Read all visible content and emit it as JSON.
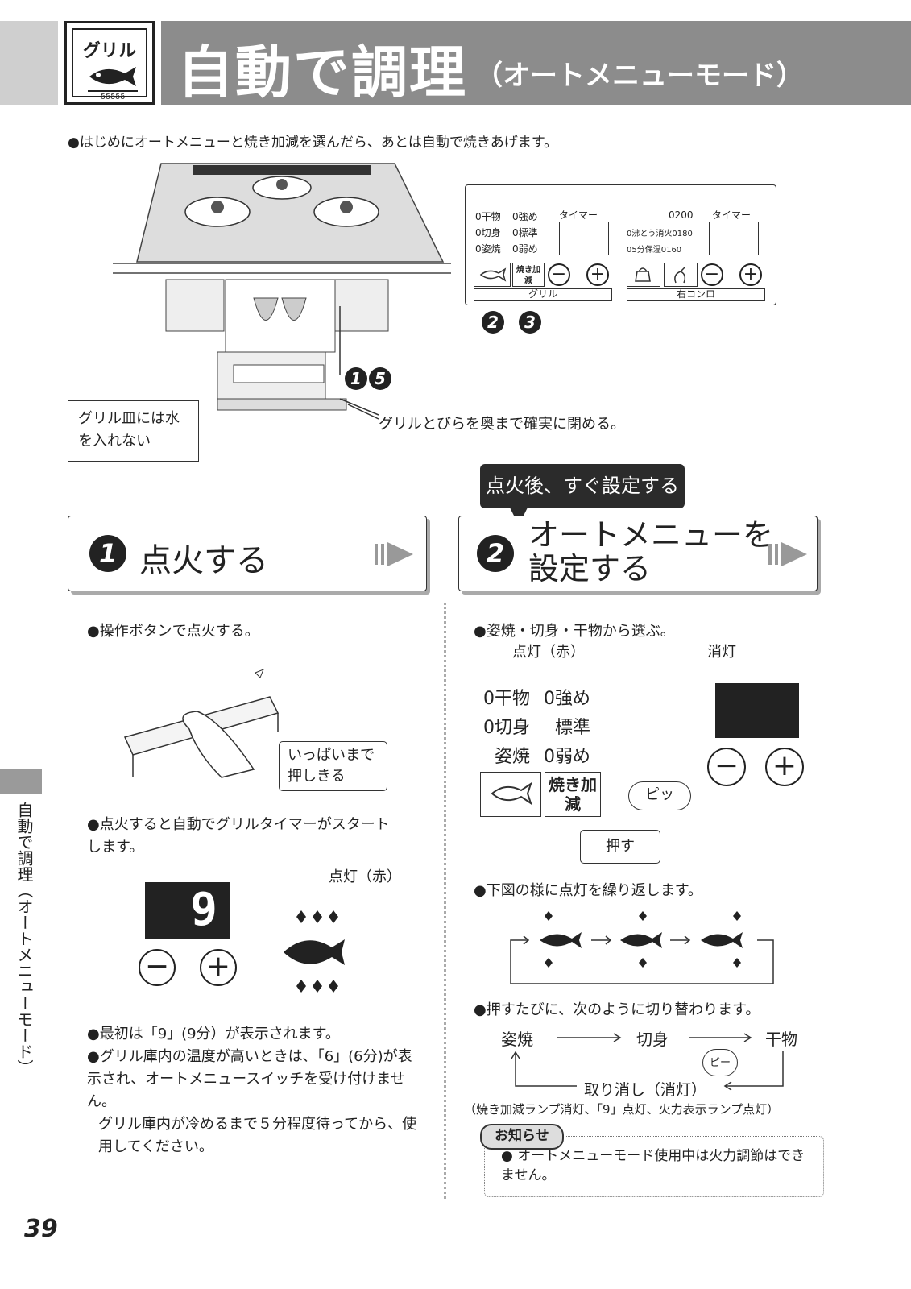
{
  "header": {
    "badge_label": "グリル",
    "title": "自動で調理",
    "subtitle": "（オートメニューモード）"
  },
  "intro": "●はじめにオートメニューと焼き加減を選んだら、あとは自動で焼きあげます。",
  "panel": {
    "left_items": [
      "0干物",
      "0強め",
      "0切身",
      "0標準",
      "0姿焼",
      "0弱め"
    ],
    "timer_left": "タイマー",
    "grill_btn": "焼き加減",
    "grill_label": "グリル",
    "right_items": [
      "0200",
      "0沸とう消火0180",
      "05分保温0160"
    ],
    "timer_right": "タイマー",
    "right_label": "右コンロ",
    "markers": [
      "2",
      "3"
    ]
  },
  "markers_stove": [
    "1",
    "5"
  ],
  "notes": {
    "water": "グリル皿には水を入れない",
    "close": "グリルとびらを奥まで確実に閉める。"
  },
  "tip": "点火後、すぐ設定する",
  "step1": {
    "num": "1",
    "label": "点火する",
    "bullet1": "●操作ボタンで点火する。",
    "press_bubble": "いっぱいまで押しきる",
    "bullet2": "●点火すると自動でグリルタイマーがスタートします。",
    "lit_label": "点灯（赤）",
    "display_digit": "9",
    "bullet3": "●最初は「9」(9分）が表示されます。",
    "bullet4": "●グリル庫内の温度が高いときは､「6」(6分)が表示され、オートメニュースイッチを受け付けません。",
    "bullet5": "グリル庫内が冷めるまで５分程度待ってから、使用してください。"
  },
  "step2": {
    "num": "2",
    "label_line1": "オートメニューを",
    "label_line2": "設定する",
    "bullet1": "●姿焼・切身・干物から選ぶ。",
    "lit_label": "点灯（赤）",
    "off_label": "消灯",
    "items": [
      "0干物",
      "0強め",
      "0切身",
      "標準",
      "姿焼",
      "0弱め"
    ],
    "btn_label": "焼き加減",
    "beep": "ピッ",
    "press": "押す",
    "bullet2": "●下図の様に点灯を繰り返します。",
    "bullet3": "●押すたびに、次のように切り替わります。",
    "cycle": [
      "姿焼",
      "切身",
      "干物"
    ],
    "cancel": "取り消し（消灯）",
    "beep2": "ピー",
    "cancel_note": "（焼き加減ランプ消灯、「9」点灯、火力表示ランプ点灯）",
    "notice_tag": "お知らせ",
    "notice": "● オートメニューモード使用中は火力調節はできません。"
  },
  "side_text": "自動で調理（オートメニューモード）",
  "page_number": "39"
}
